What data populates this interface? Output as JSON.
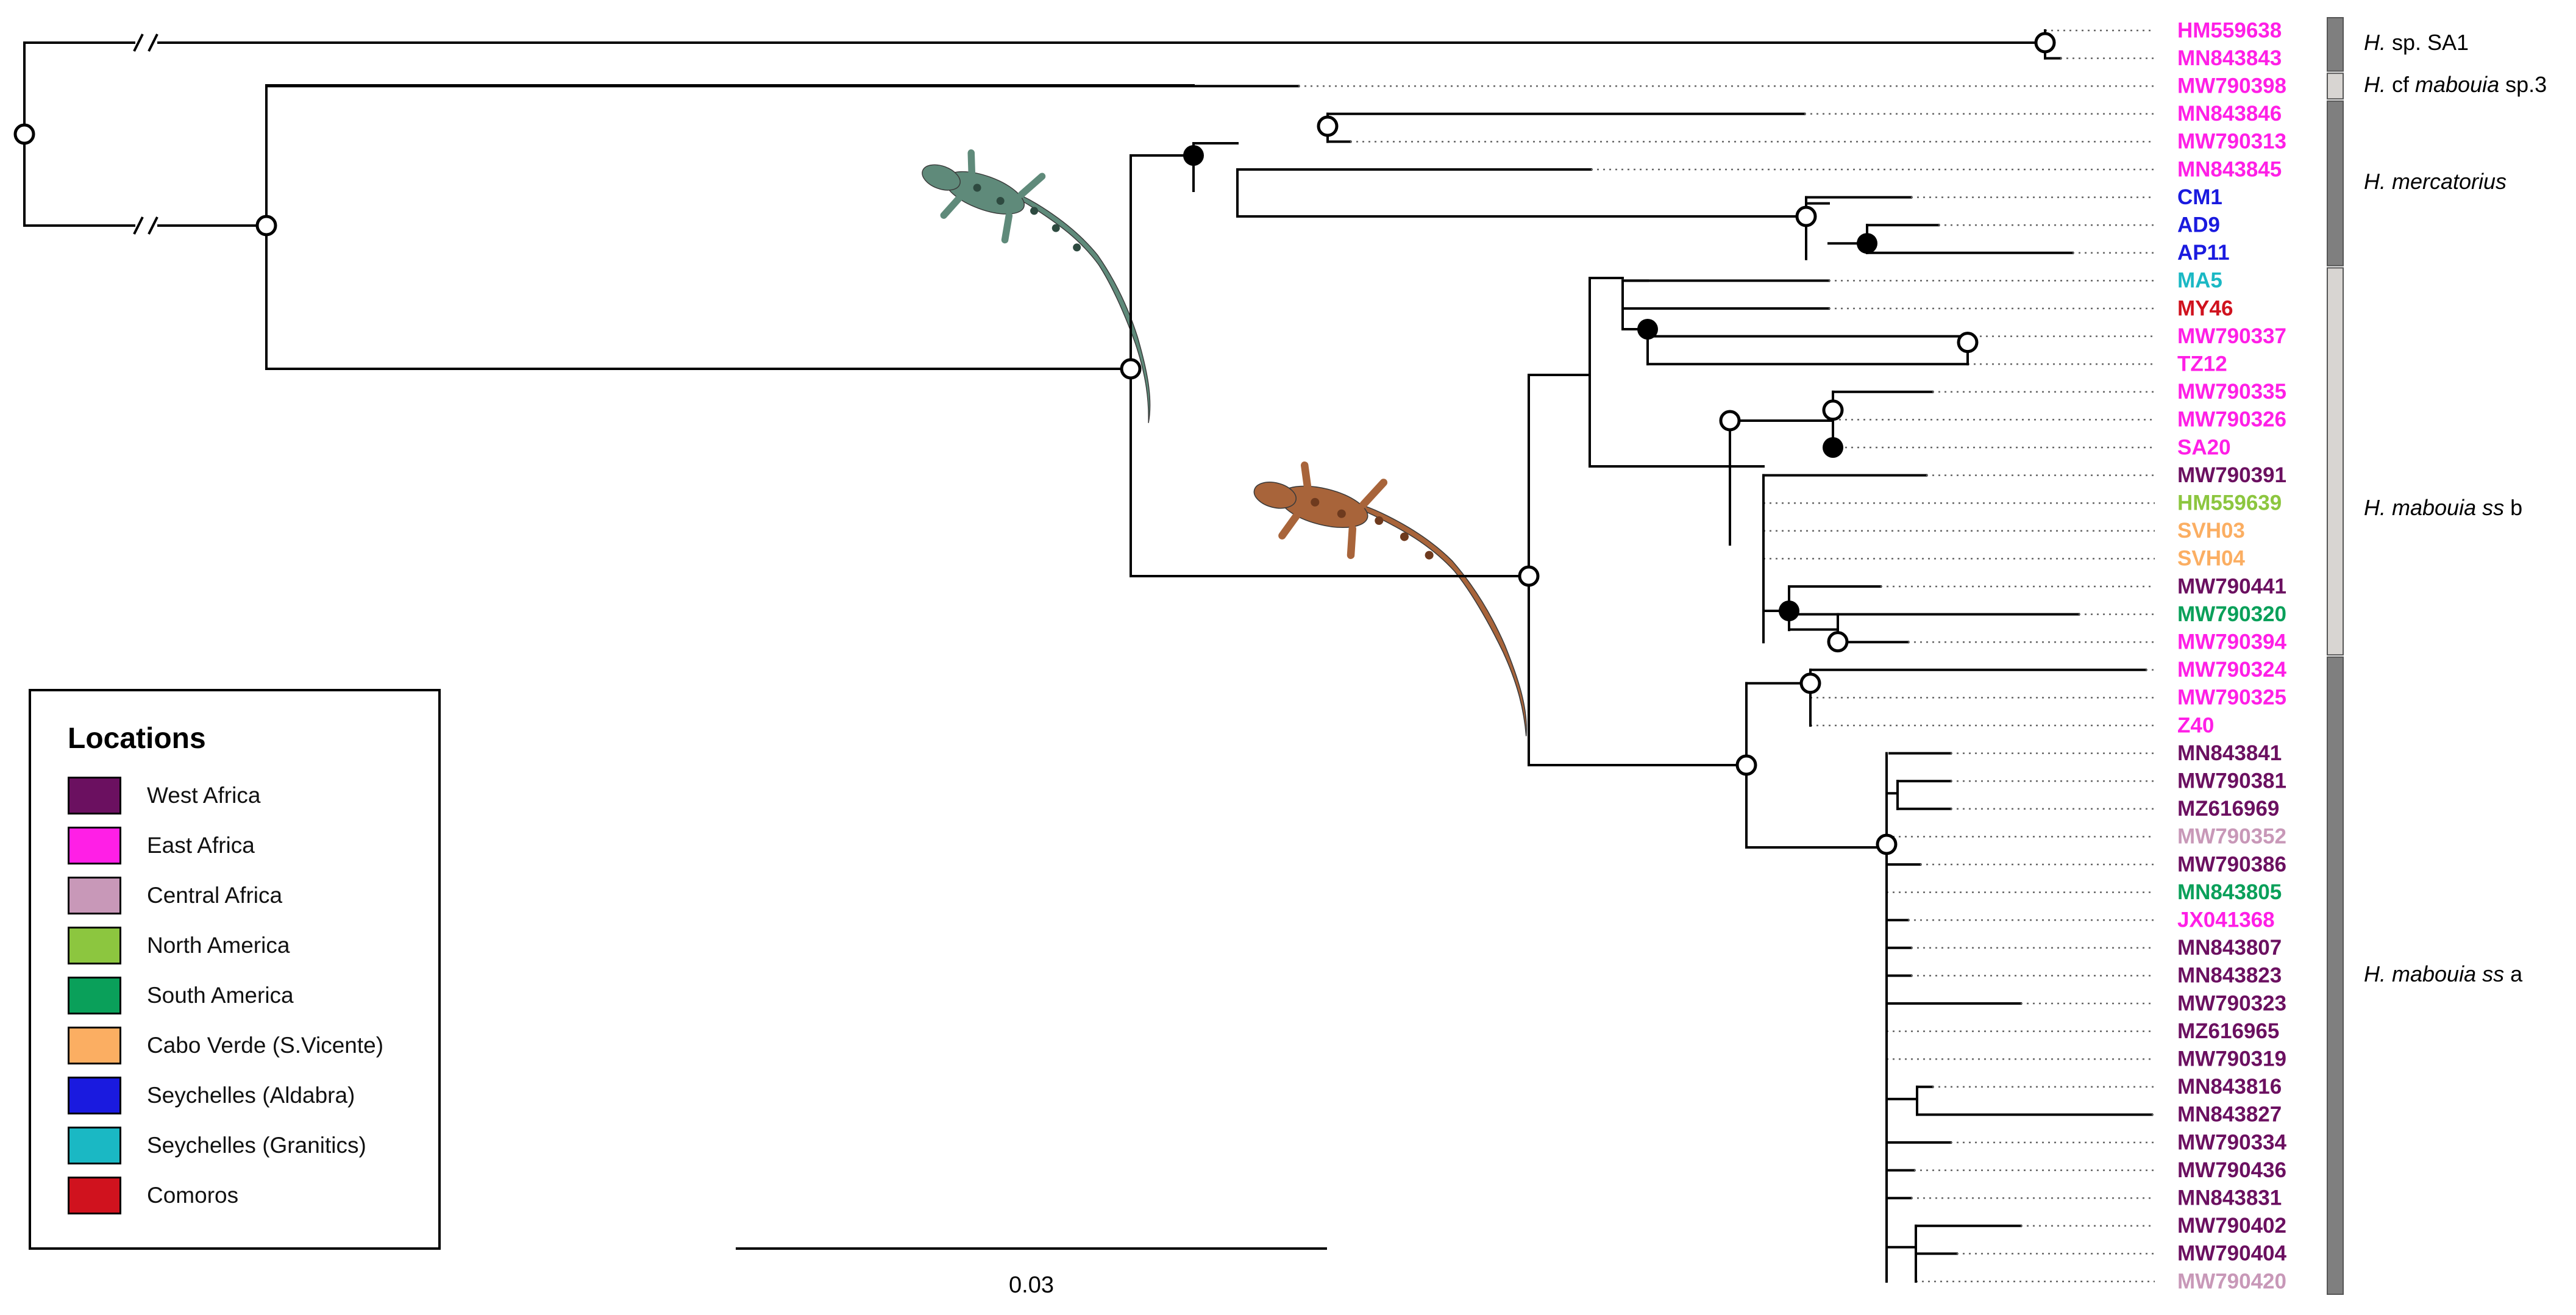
{
  "tips": [
    {
      "id": "HM559638",
      "color": "#ff1fe6"
    },
    {
      "id": "MN843843",
      "color": "#ff1fe6"
    },
    {
      "id": "MW790398",
      "color": "#ff1fe6"
    },
    {
      "id": "MN843846",
      "color": "#ff1fe6"
    },
    {
      "id": "MW790313",
      "color": "#ff1fe6"
    },
    {
      "id": "MN843845",
      "color": "#ff1fe6"
    },
    {
      "id": "CM1",
      "color": "#1a1adf"
    },
    {
      "id": "AD9",
      "color": "#1a1adf"
    },
    {
      "id": "AP11",
      "color": "#1a1adf"
    },
    {
      "id": "MA5",
      "color": "#1ab8c4"
    },
    {
      "id": "MY46",
      "color": "#d0121e"
    },
    {
      "id": "MW790337",
      "color": "#ff1fe6"
    },
    {
      "id": "TZ12",
      "color": "#ff1fe6"
    },
    {
      "id": "MW790335",
      "color": "#ff1fe6"
    },
    {
      "id": "MW790326",
      "color": "#ff1fe6"
    },
    {
      "id": "SA20",
      "color": "#ff1fe6"
    },
    {
      "id": "MW790391",
      "color": "#6b1060"
    },
    {
      "id": "HM559639",
      "color": "#8cc63f"
    },
    {
      "id": "SVH03",
      "color": "#fbae62"
    },
    {
      "id": "SVH04",
      "color": "#fbae62"
    },
    {
      "id": "MW790441",
      "color": "#6b1060"
    },
    {
      "id": "MW790320",
      "color": "#0aa05a"
    },
    {
      "id": "MW790394",
      "color": "#ff1fe6"
    },
    {
      "id": "MW790324",
      "color": "#ff1fe6"
    },
    {
      "id": "MW790325",
      "color": "#ff1fe6"
    },
    {
      "id": "Z40",
      "color": "#ff1fe6"
    },
    {
      "id": "MN843841",
      "color": "#6b1060"
    },
    {
      "id": "MW790381",
      "color": "#6b1060"
    },
    {
      "id": "MZ616969",
      "color": "#6b1060"
    },
    {
      "id": "MW790352",
      "color": "#c898b8"
    },
    {
      "id": "MW790386",
      "color": "#6b1060"
    },
    {
      "id": "MN843805",
      "color": "#0aa05a"
    },
    {
      "id": "JX041368",
      "color": "#ff1fe6"
    },
    {
      "id": "MN843807",
      "color": "#6b1060"
    },
    {
      "id": "MN843823",
      "color": "#6b1060"
    },
    {
      "id": "MW790323",
      "color": "#6b1060"
    },
    {
      "id": "MZ616965",
      "color": "#6b1060"
    },
    {
      "id": "MW790319",
      "color": "#6b1060"
    },
    {
      "id": "MN843816",
      "color": "#6b1060"
    },
    {
      "id": "MN843827",
      "color": "#6b1060"
    },
    {
      "id": "MW790334",
      "color": "#6b1060"
    },
    {
      "id": "MW790436",
      "color": "#6b1060"
    },
    {
      "id": "MN843831",
      "color": "#6b1060"
    },
    {
      "id": "MW790402",
      "color": "#6b1060"
    },
    {
      "id": "MW790404",
      "color": "#6b1060"
    },
    {
      "id": "MW790420",
      "color": "#c898b8"
    }
  ],
  "clades": [
    {
      "italic": "H.",
      "rest": " sp. SA1",
      "shade": "#7f7f7f"
    },
    {
      "italic": "H.",
      "rest": " cf ",
      "italic2": "mabouia",
      "rest2": " sp.3",
      "shade": "#d8d5d2"
    },
    {
      "italic": "H. mercatorius",
      "rest": "",
      "shade": "#7f7f7f"
    },
    {
      "italic": "H. mabouia ss",
      "rest": " b",
      "shade": "#d8d5d2"
    },
    {
      "italic": "H. mabouia ss",
      "rest": " a",
      "shade": "#7f7f7f"
    }
  ],
  "scale_bar": {
    "label": "0.03"
  },
  "legend": {
    "title": "Locations",
    "items": [
      {
        "label": "West Africa",
        "color": "#6b1060"
      },
      {
        "label": "East Africa",
        "color": "#ff1fe6"
      },
      {
        "label": "Central Africa",
        "color": "#c898b8"
      },
      {
        "label": "North America",
        "color": "#8cc63f"
      },
      {
        "label": "South America",
        "color": "#0aa05a"
      },
      {
        "label": "Cabo Verde (S.Vicente)",
        "color": "#fbae62"
      },
      {
        "label": "Seychelles (Aldabra)",
        "color": "#1a1adf"
      },
      {
        "label": "Seychelles (Granitics)",
        "color": "#1ab8c4"
      },
      {
        "label": "Comoros",
        "color": "#d0121e"
      }
    ]
  }
}
